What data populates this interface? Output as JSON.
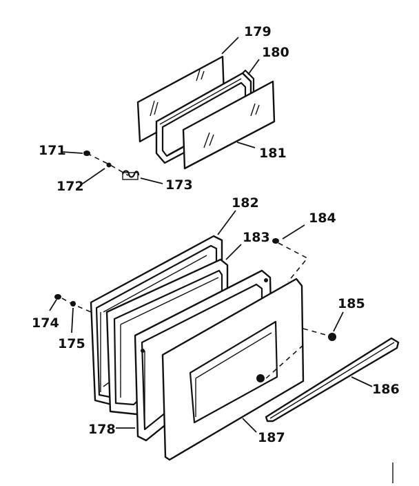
{
  "diagram": {
    "labels": {
      "p171": "171",
      "p172": "172",
      "p173": "173",
      "p174": "174",
      "p175": "175",
      "p178": "178",
      "p179": "179",
      "p180": "180",
      "p181": "181",
      "p182": "182",
      "p183": "183",
      "p184": "184",
      "p185": "185",
      "p186": "186",
      "p187": "187"
    },
    "line_color": "#111111",
    "background_color": "#ffffff"
  }
}
